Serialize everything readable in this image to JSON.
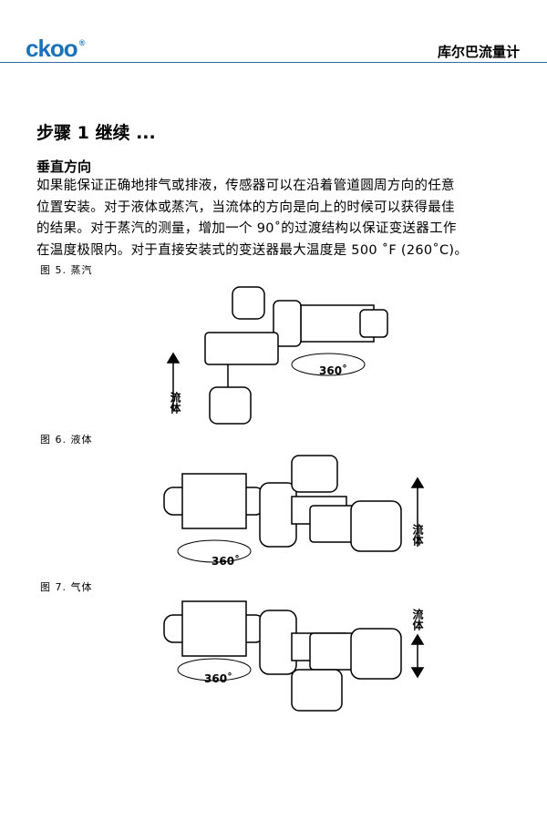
{
  "header": {
    "logo": "ckoo",
    "logo_mark": "®",
    "brand": "库尔巴流量计"
  },
  "title": "步骤 1 继续 ...",
  "section": "垂直方向",
  "paragraphs": [
    "如果能保证正确地排气或排液，传感器可以在沿着管道圆周方向的任意",
    "位置安装。对于液体或蒸汽，当流体的方向是向上的时候可以获得最佳",
    "的结果。对于蒸汽的测量，增加一个 90˚的过渡结构以保证变送器工作",
    "在温度极限内。对于直接安装式的变送器最大温度是 500 ˚F (260˚C)。"
  ],
  "figures": [
    {
      "caption": "图 5.   蒸汽",
      "flow_label": "流体",
      "rotation_label": "360˚"
    },
    {
      "caption": "图 6.   液体",
      "flow_label": "流体",
      "rotation_label": "360˚"
    },
    {
      "caption": "图 7.   气体",
      "flow_label": "流体",
      "rotation_label": "360˚"
    }
  ]
}
